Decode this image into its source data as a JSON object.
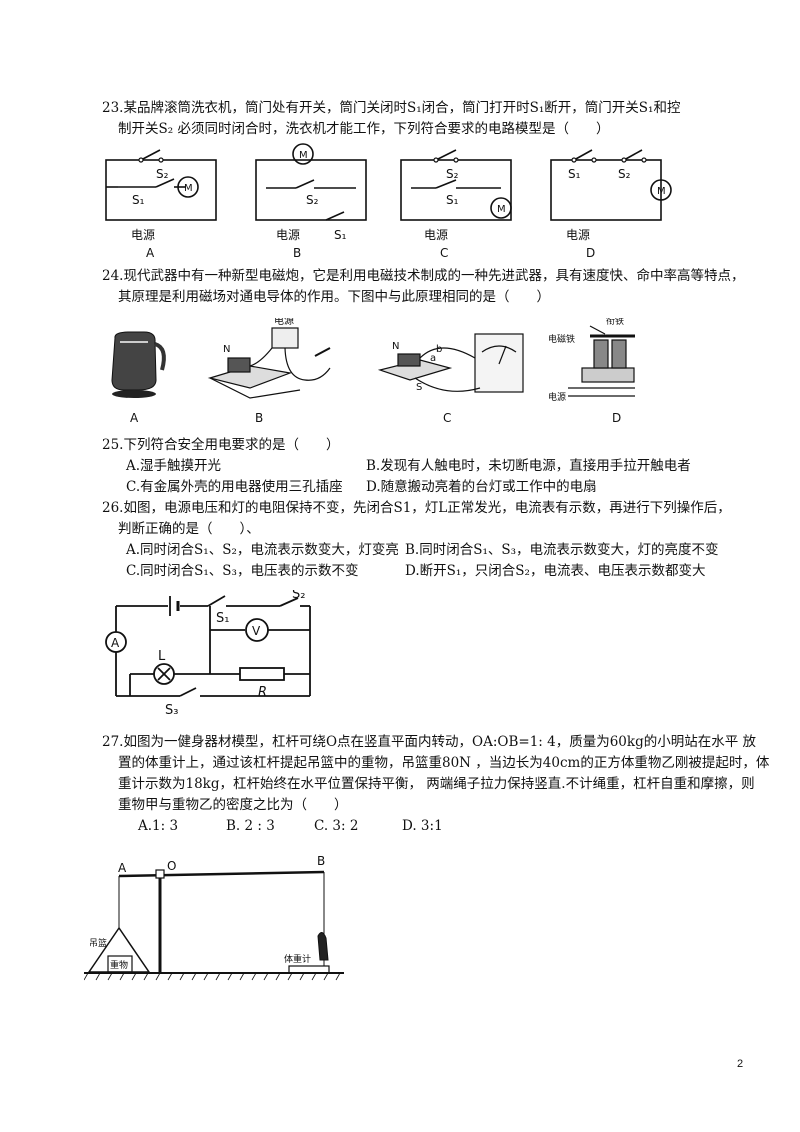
{
  "questions": {
    "q23": {
      "line1": "23.某品牌滚筒洗衣机，筒门处有开关，筒门关闭时S₁闭合，筒门打开时S₁断开，筒门开关S₁和控",
      "line2": "制开关S₂ 必须同时闭合时，洗衣机才能工作，下列符合要求的电路模型是（　　）",
      "diagrams": [
        {
          "letter": "A",
          "source": "电源",
          "s1": "S₁",
          "s2": "S₂",
          "motor": "M"
        },
        {
          "letter": "B",
          "source": "电源",
          "s1": "S₁",
          "s2": "S₂",
          "motor": "M"
        },
        {
          "letter": "C",
          "source": "电源",
          "s1": "S₁",
          "s2": "S₂",
          "motor": "M"
        },
        {
          "letter": "D",
          "source": "电源",
          "s1": "S₁",
          "s2": "S₂",
          "motor": "M"
        }
      ]
    },
    "q24": {
      "line1": "24.现代武器中有一种新型电磁炮，它是利用电磁技术制成的一种先进武器，具有速度快、命中率高等特点，",
      "line2": "其原理是利用磁场对通电导体的作用。下图中与此原理相同的是（　　）",
      "pictures": [
        {
          "letter": "A"
        },
        {
          "letter": "B",
          "label_source": "电源",
          "label_n": "N"
        },
        {
          "letter": "C",
          "label_n": "N",
          "label_s": "S",
          "label_a": "a",
          "label_b": "b"
        },
        {
          "letter": "D",
          "label_armature": "衔铁",
          "label_magnet": "电磁铁",
          "label_source": "电源"
        }
      ]
    },
    "q25": {
      "stem": "25.下列符合安全用电要求的是（　　）",
      "options": {
        "A": "A.湿手触摸开光",
        "B": "B.发现有人触电时，未切断电源，直接用手拉开触电者",
        "C": "C.有金属外壳的用电器使用三孔插座",
        "D": "D.随意搬动亮着的台灯或工作中的电扇"
      }
    },
    "q26": {
      "line1": "26.如图，电源电压和灯的电阻保持不变，先闭合S1，灯L正常发光，电流表有示数，再进行下列操作后，",
      "line2": "判断正确的是（　　）、",
      "options": {
        "A": "A.同时闭合S₁、S₂，电流表示数变大，灯变亮",
        "B": "B.同时闭合S₁、S₃，电流表示数变大，灯的亮度不变",
        "C": "C.同时闭合S₁、S₃，电压表的示数不变",
        "D": "D.断开S₁，只闭合S₂，电流表、电压表示数都变大"
      },
      "circuit": {
        "s1": "S₁",
        "s2": "S₂",
        "s3": "S₃",
        "lamp": "L",
        "resistor": "R",
        "ammeter": "A",
        "voltmeter": "V"
      }
    },
    "q27": {
      "line1": "27.如图为一健身器材模型，杠杆可绕O点在竖直平面内转动，OA:OB=1: 4，质量为60kg的小明站在水平  放",
      "line2": "置的体重计上，通过该杠杆提起吊篮中的重物，吊篮重80N ，当边长为40cm的正方体重物乙刚被提起时，体",
      "line3": "重计示数为18kg，杠杆始终在水平位置保持平衡，  两端绳子拉力保持竖直.不计绳重，杠杆自重和摩擦，则",
      "line4": "重物甲与重物乙的密度之比为（　　）",
      "options": {
        "A": "A.1: 3",
        "B": "B. 2 : 3",
        "C": "C. 3: 2",
        "D": "D. 3:1"
      },
      "figure": {
        "label_a": "A",
        "label_o": "O",
        "label_b": "B",
        "label_basket": "吊篮",
        "label_weight": "重物",
        "label_scale": "体重计"
      }
    }
  },
  "page_number": "2"
}
